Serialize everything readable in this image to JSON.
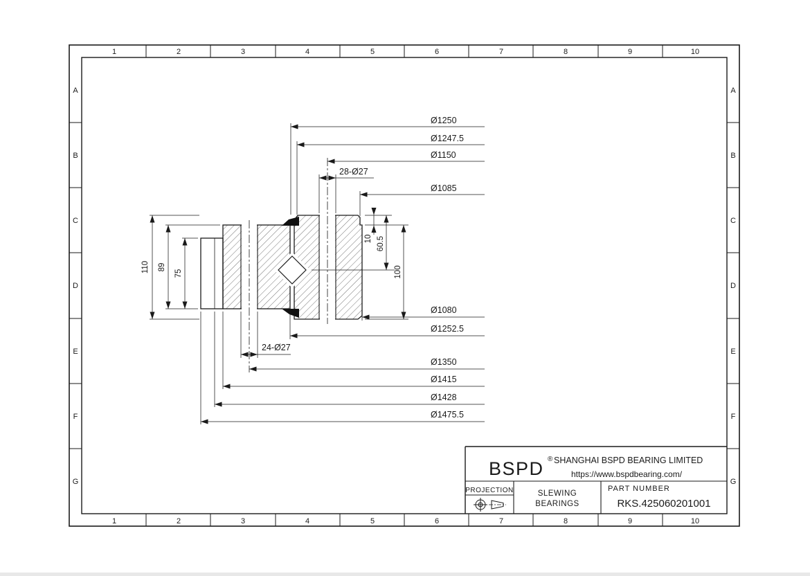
{
  "frame": {
    "columns": [
      "1",
      "2",
      "3",
      "4",
      "5",
      "6",
      "7",
      "8",
      "9",
      "10"
    ],
    "rows": [
      "A",
      "B",
      "C",
      "D",
      "E",
      "F",
      "G"
    ]
  },
  "dims": {
    "top": [
      "Ø1250",
      "Ø1247.5",
      "Ø1150",
      "28-Ø27",
      "Ø1085"
    ],
    "bottom": [
      "Ø1080",
      "Ø1252.5",
      "24-Ø27",
      "Ø1350",
      "Ø1415",
      "Ø1428",
      "Ø1475.5"
    ],
    "left": [
      "110",
      "89",
      "75"
    ],
    "right": [
      "10",
      "60.5",
      "100"
    ]
  },
  "title_block": {
    "logo": "BSPD",
    "logo_reg": "®",
    "company": "SHANGHAI BSPD BEARING LIMITED",
    "website": "https://www.bspdbearing.com/",
    "projection_label": "PROJECTION",
    "product_line1": "SLEWING",
    "product_line2": "BEARINGS",
    "part_number_label": "PART NUMBER",
    "part_number": "RKS.425060201001"
  },
  "colors": {
    "ink": "#1a1a1a",
    "paper": "#ffffff",
    "seal_fill": "#111111"
  }
}
